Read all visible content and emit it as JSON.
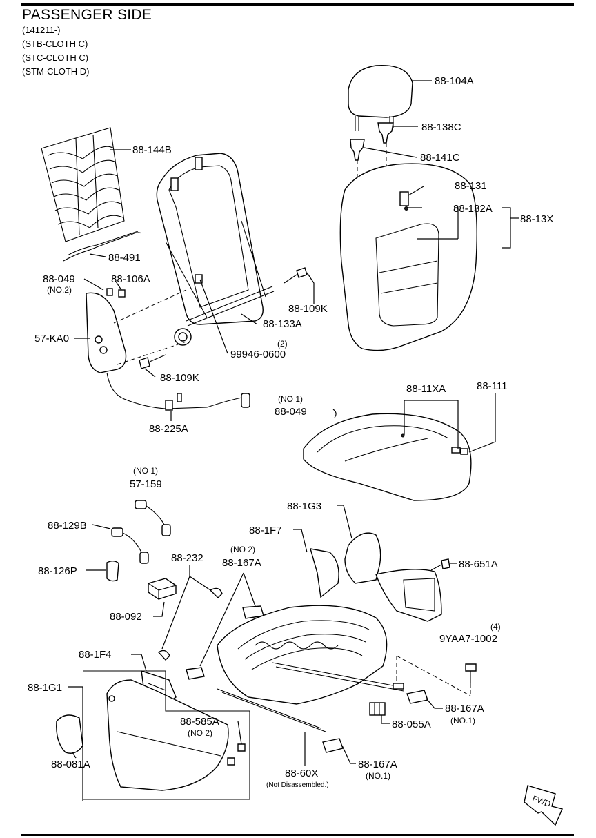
{
  "header": {
    "title": "PASSENGER SIDE",
    "lines": [
      "(141211-)",
      "(STB-CLOTH C)",
      "(STC-CLOTH C)",
      "(STM-CLOTH D)"
    ]
  },
  "labels": {
    "p88_104A": "88-104A",
    "p88_138C": "88-138C",
    "p88_141C": "88-141C",
    "p88_131": "88-131",
    "p88_132A": "88-132A",
    "p88_13X": "88-13X",
    "p88_144B": "88-144B",
    "p88_491": "88-491",
    "p88_049a": "88-049",
    "p88_049a_note": "(NO.2)",
    "p88_106A": "88-106A",
    "p88_109Ka": "88-109K",
    "p88_133A": "88-133A",
    "p57_KA0": "57-KA0",
    "p99946_qty": "(2)",
    "p99946": "99946-0600",
    "p88_109Kb": "88-109K",
    "p88_225A": "88-225A",
    "p88_049b_note": "(NO 1)",
    "p88_049b": "88-049",
    "p88_11XA": "88-11XA",
    "p88_111": "88-111",
    "p57_159_note": "(NO 1)",
    "p57_159": "57-159",
    "p88_129B": "88-129B",
    "p88_126P": "88-126P",
    "p88_232": "88-232",
    "p88_092": "88-092",
    "p88_1G3": "88-1G3",
    "p88_1F7": "88-1F7",
    "p88_167A_top_note": "(NO 2)",
    "p88_167A_top": "88-167A",
    "p88_651A": "88-651A",
    "p9YAA7_qty": "(4)",
    "p9YAA7": "9YAA7-1002",
    "p88_1F4": "88-1F4",
    "p88_1G1": "88-1G1",
    "p88_585A": "88-585A",
    "p88_585A_note": "(NO 2)",
    "p88_167A_right": "88-167A",
    "p88_167A_right_note": "(NO.1)",
    "p88_055A": "88-055A",
    "p88_081A": "88-081A",
    "p88_60X": "88-60X",
    "p88_60X_note": "(Not Disassembled.)",
    "p88_167A_bottom": "88-167A",
    "p88_167A_bottom_note": "(NO.1)",
    "fwd": "FWD"
  }
}
